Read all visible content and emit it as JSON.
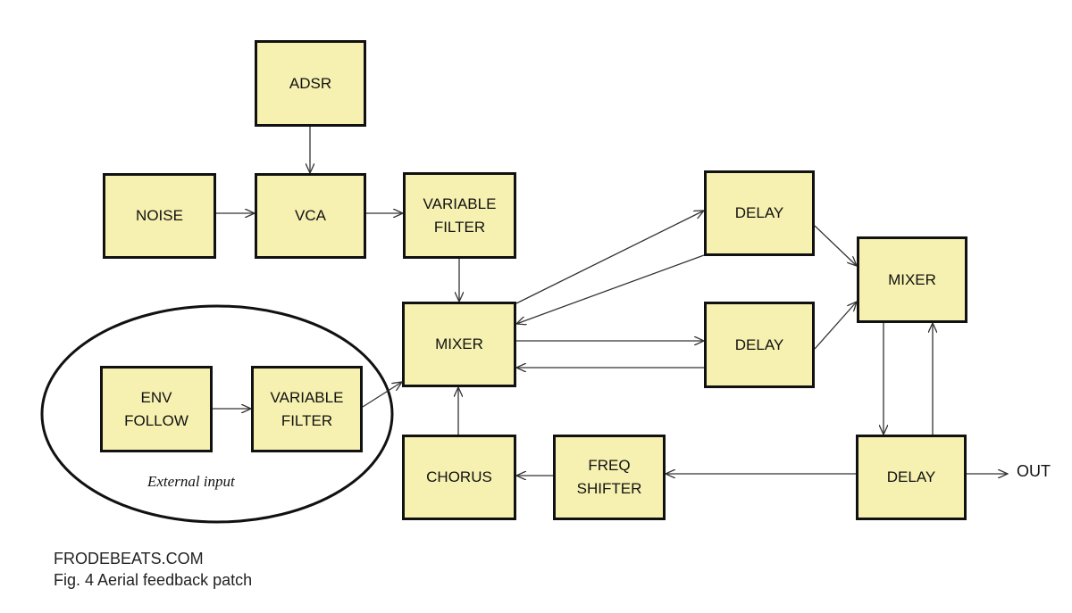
{
  "blocks": {
    "adsr": "ADSR",
    "noise": "NOISE",
    "vca": "VCA",
    "variable_filter_top": "VARIABLE\nFILTER",
    "delay_top": "DELAY",
    "mixer_right": "MIXER",
    "mixer_center": "MIXER",
    "delay_mid": "DELAY",
    "env_follow": "ENV\nFOLLOW",
    "variable_filter_ext": "VARIABLE\nFILTER",
    "chorus": "CHORUS",
    "freq_shifter": "FREQ\nSHIFTER",
    "delay_bottom": "DELAY"
  },
  "external_input_label": "External input",
  "output_label": "OUT",
  "footer": {
    "site": "FRODEBEATS.COM",
    "figure_caption": "Fig. 4 Aerial feedback patch"
  },
  "colors": {
    "block_fill": "#f6f1b0",
    "block_border": "#111111",
    "line": "#333333"
  }
}
